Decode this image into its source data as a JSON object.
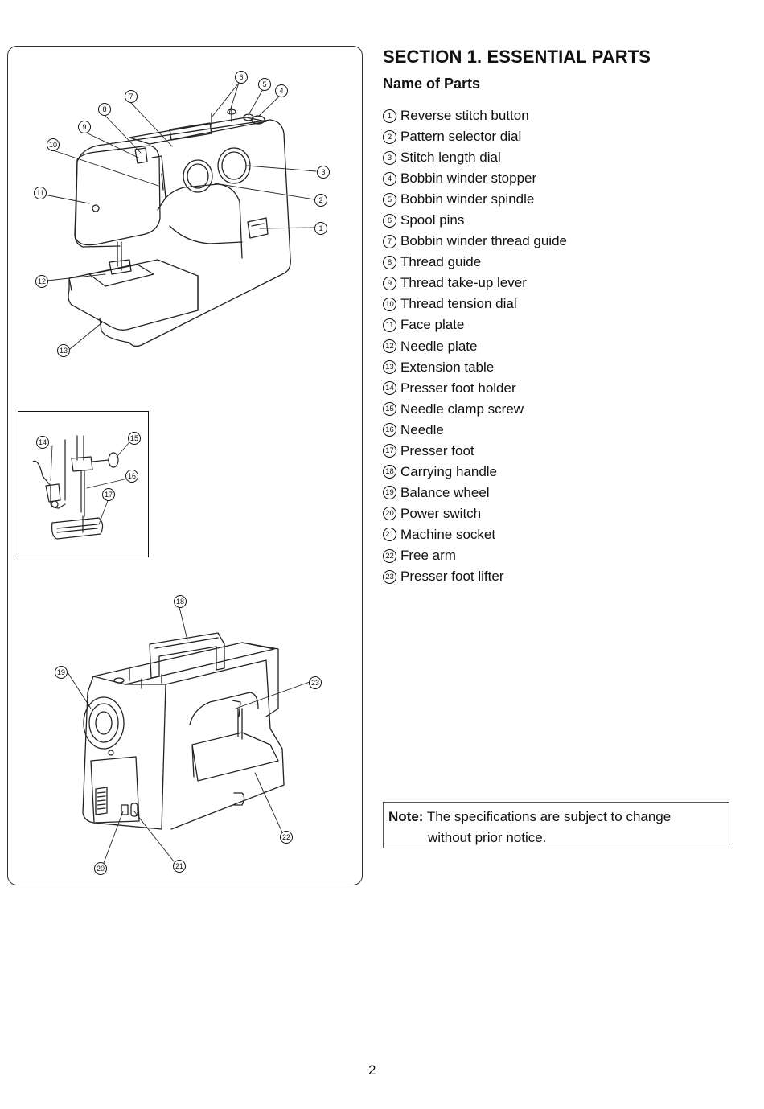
{
  "heading": {
    "section_title": "SECTION 1. ESSENTIAL PARTS",
    "subtitle": "Name of Parts"
  },
  "parts": [
    {
      "num": "1",
      "label": "Reverse stitch button"
    },
    {
      "num": "2",
      "label": "Pattern selector dial"
    },
    {
      "num": "3",
      "label": "Stitch length dial"
    },
    {
      "num": "4",
      "label": "Bobbin winder stopper"
    },
    {
      "num": "5",
      "label": "Bobbin winder spindle"
    },
    {
      "num": "6",
      "label": "Spool pins"
    },
    {
      "num": "7",
      "label": "Bobbin winder thread guide"
    },
    {
      "num": "8",
      "label": "Thread guide"
    },
    {
      "num": "9",
      "label": "Thread take-up lever"
    },
    {
      "num": "10",
      "label": "Thread tension dial"
    },
    {
      "num": "11",
      "label": "Face plate"
    },
    {
      "num": "12",
      "label": "Needle plate"
    },
    {
      "num": "13",
      "label": "Extension table"
    },
    {
      "num": "14",
      "label": "Presser foot holder"
    },
    {
      "num": "15",
      "label": "Needle clamp screw"
    },
    {
      "num": "16",
      "label": "Needle"
    },
    {
      "num": "17",
      "label": "Presser foot"
    },
    {
      "num": "18",
      "label": "Carrying handle"
    },
    {
      "num": "19",
      "label": "Balance wheel"
    },
    {
      "num": "20",
      "label": "Power switch"
    },
    {
      "num": "21",
      "label": "Machine socket"
    },
    {
      "num": "22",
      "label": "Free arm"
    },
    {
      "num": "23",
      "label": "Presser foot lifter"
    }
  ],
  "note": {
    "label": "Note:",
    "line1": "The specifications are subject to change",
    "line2": "without prior  notice."
  },
  "figure": {
    "front_view_callouts": [
      "1",
      "2",
      "3",
      "4",
      "5",
      "6",
      "7",
      "8",
      "9",
      "10",
      "11",
      "12",
      "13"
    ],
    "detail_callouts": [
      "14",
      "15",
      "16",
      "17"
    ],
    "rear_view_callouts": [
      "18",
      "19",
      "20",
      "21",
      "22",
      "23"
    ]
  },
  "page_number": "2"
}
